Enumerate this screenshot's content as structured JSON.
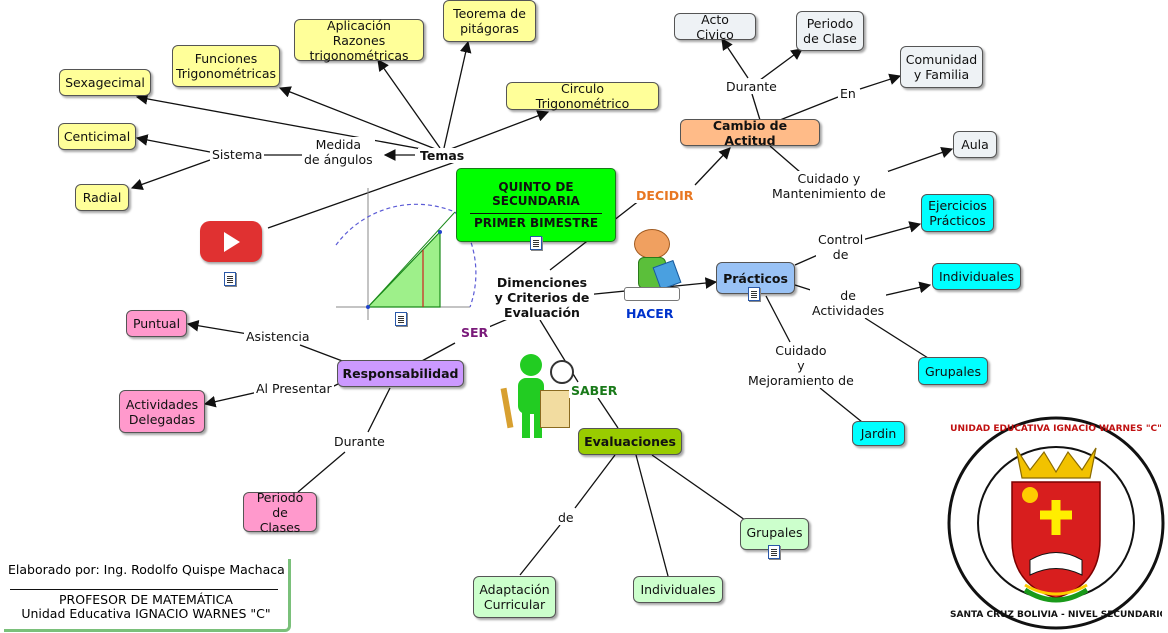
{
  "central": {
    "line1": "QUINTO DE",
    "line2": "SECUNDARIA",
    "line3": "PRIMER BIMESTRE"
  },
  "hub": {
    "line1": "Dimenciones",
    "line2": "y Criterios de",
    "line3": "Evaluación"
  },
  "temas": {
    "label": "Temas",
    "nodes": {
      "sexagecimal": "Sexagecimal",
      "funciones": {
        "l1": "Funciones",
        "l2": "Trigonométricas"
      },
      "aplicacion": {
        "l1": "Aplicación Razones",
        "l2": "trigonométricas"
      },
      "teorema": {
        "l1": "Teorema de",
        "l2": "pitágoras"
      },
      "circulo": "Circulo Trigonométrico",
      "centicimal": "Centicimal",
      "radial": "Radial"
    },
    "links": {
      "sistema": "Sistema",
      "medida": {
        "l1": "Medida",
        "l2": "de ángulos"
      }
    }
  },
  "decidir": {
    "label": "DECIDIR",
    "main": "Cambio de Actitud",
    "nodes": {
      "acto": "Acto Civico",
      "periodo": {
        "l1": "Periodo",
        "l2": "de Clase"
      },
      "comunidad": {
        "l1": "Comunidad",
        "l2": "y Familia"
      },
      "aula": "Aula"
    },
    "links": {
      "durante": "Durante",
      "en": "En",
      "cuidado": {
        "l1": "Cuidado y",
        "l2": "Mantenimiento de"
      }
    }
  },
  "hacer": {
    "label": "HACER",
    "main": "Prácticos",
    "nodes": {
      "ejercicios": {
        "l1": "Ejercicios",
        "l2": "Prácticos"
      },
      "individuales": "Individuales",
      "grupales": "Grupales",
      "jardin": "Jardin"
    },
    "links": {
      "control": {
        "l1": "Control",
        "l2": "de"
      },
      "de_act": {
        "l1": "de",
        "l2": "Actividades"
      },
      "cuidado": {
        "l1": "Cuidado",
        "l2": "y",
        "l3": "Mejoramiento de"
      }
    }
  },
  "ser": {
    "label": "SER",
    "main": "Responsabilidad",
    "nodes": {
      "puntual": "Puntual",
      "actividades": {
        "l1": "Actividades",
        "l2": "Delegadas"
      },
      "periodo": {
        "l1": "Periodo",
        "l2": "de Clases"
      }
    },
    "links": {
      "asistencia": "Asistencia",
      "al_presentar": "Al Presentar",
      "durante": "Durante"
    }
  },
  "saber": {
    "label": "SABER",
    "main": "Evaluaciones",
    "nodes": {
      "grupales": "Grupales",
      "individuales": "Individuales",
      "adaptacion": {
        "l1": "Adaptación",
        "l2": "Curricular"
      }
    },
    "links": {
      "de": "de"
    }
  },
  "credit": {
    "l1": "Elaborado por: Ing. Rodolfo Quispe Machaca",
    "l2": "PROFESOR DE MATEMÁTICA",
    "l3": "Unidad Educativa IGNACIO WARNES \"C\""
  },
  "seal": {
    "top": "UNIDAD EDUCATIVA IGNACIO WARNES \"C\"",
    "bottom": "SANTA CRUZ BOLIVIA - NIVEL SECUNDARIO"
  },
  "colors": {
    "ser": "#7a1a7a",
    "decidir": "#e87722",
    "hacer": "#0033cc",
    "saber": "#1a7a1a",
    "accent_green": "#00ff00",
    "youtube": "#e03131"
  }
}
